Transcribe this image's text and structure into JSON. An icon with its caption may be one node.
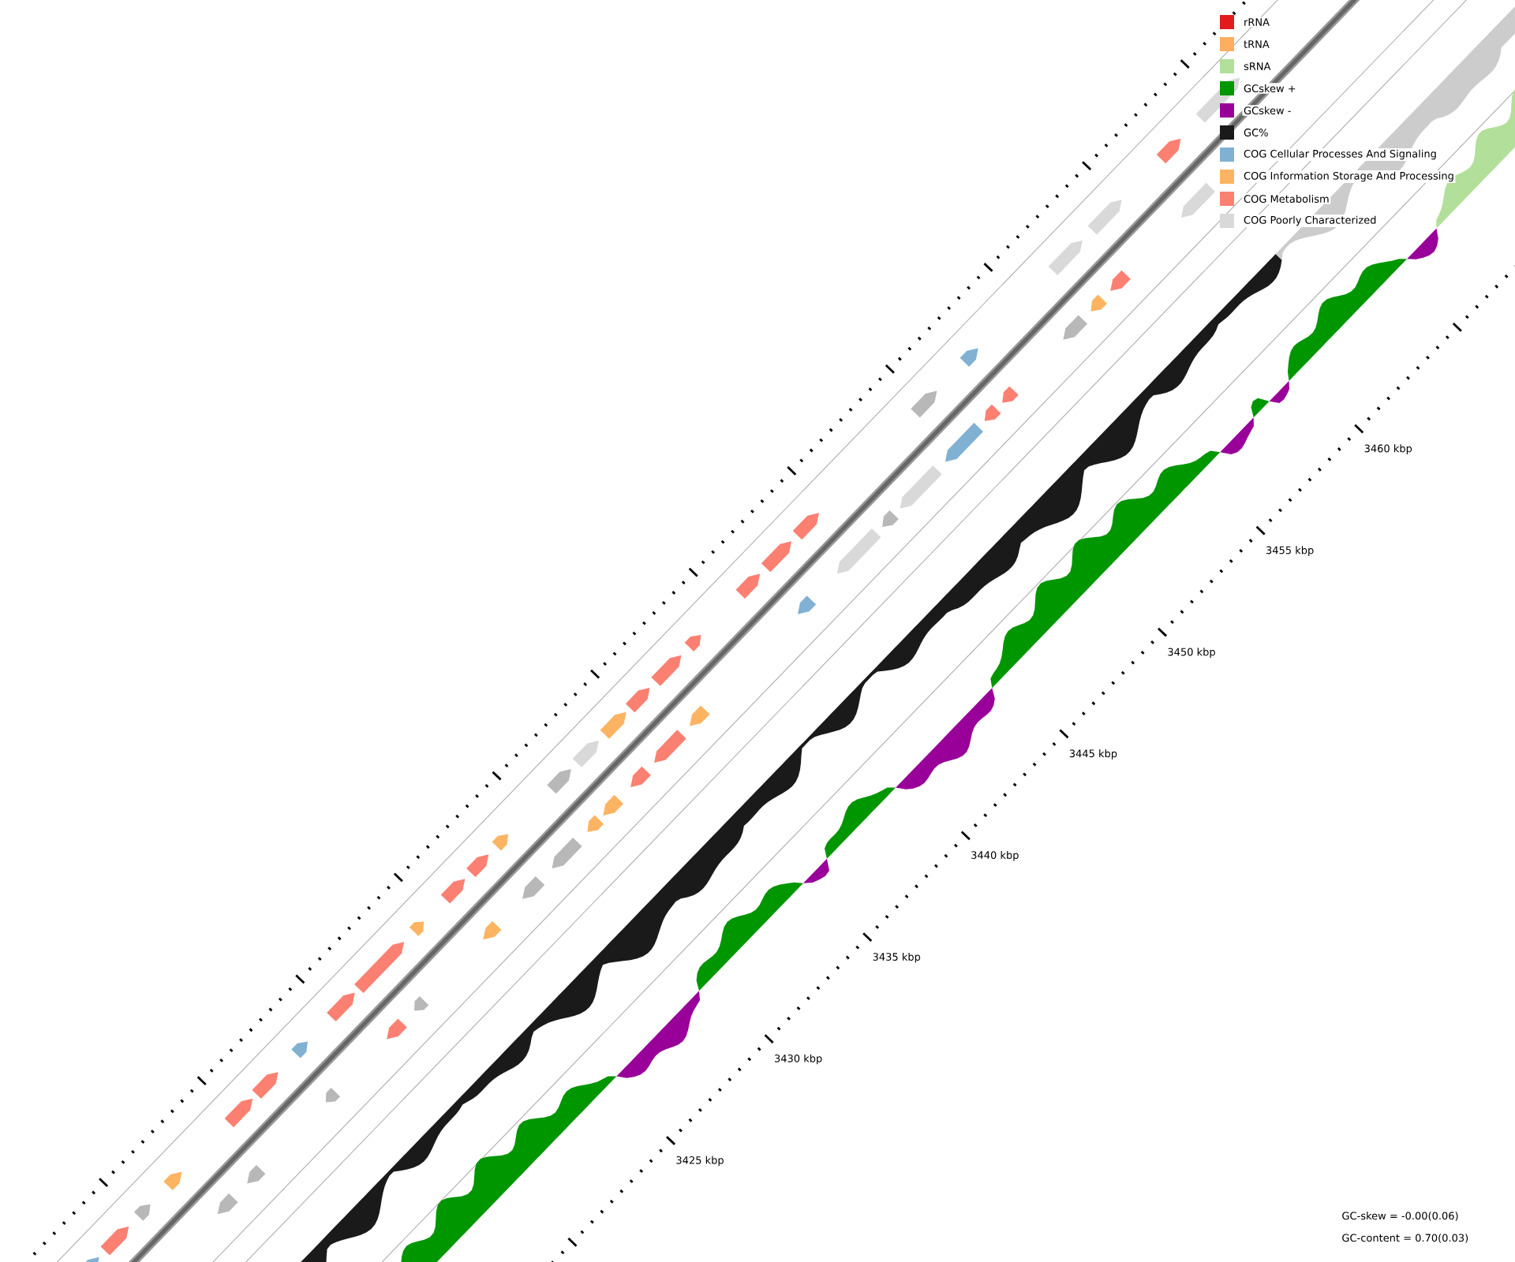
{
  "diagram": {
    "labels": [
      "3425 kbp",
      "3430 kbp",
      "3435 kbp",
      "3440 kbp",
      "3445 kbp",
      "3450 kbp",
      "3455 kbp",
      "3460 kbp",
      "GC-skew = -0.00(0.06)",
      "GC-content = 0.70(0.03)"
    ],
    "legend": [
      {
        "text": "rRNA",
        "color": "#e31a1c"
      },
      {
        "text": "tRNA",
        "color": "#fdae61"
      },
      {
        "text": "sRNA",
        "color": "#b2df9a"
      },
      {
        "text": "GCskew +",
        "color": "#009600"
      },
      {
        "text": "GCskew -",
        "color": "#990099"
      },
      {
        "text": "GC%",
        "color": "#1a1a1a"
      },
      {
        "text": "COG Cellular Processes And Signaling",
        "color": "#80b1d3"
      },
      {
        "text": "COG Information Storage And Processing",
        "color": "#fdb462"
      },
      {
        "text": "COG Metabolism",
        "color": "#fb8072"
      },
      {
        "text": "COG Poorly Characterized",
        "color": "#d9d9d9"
      }
    ]
  }
}
